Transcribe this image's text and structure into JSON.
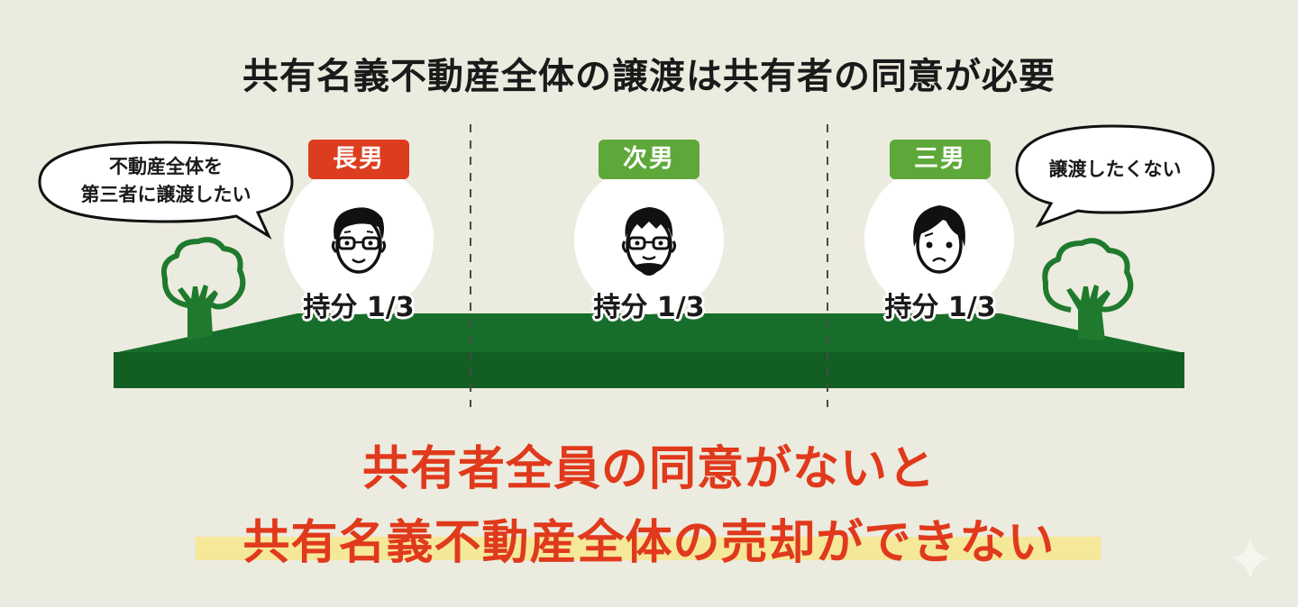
{
  "title": "共有名義不動産全体の譲渡は共有者の同意が必要",
  "owners": [
    {
      "role": "長男",
      "role_color": "#dc3d1f",
      "share_label": "持分 1/3",
      "face": "smiling-man-with-glasses-icon",
      "speech": [
        "不動産全体を",
        "第三者に譲渡したい"
      ]
    },
    {
      "role": "次男",
      "role_color": "#5ea83a",
      "share_label": "持分 1/3",
      "face": "smiling-bearded-man-with-glasses-icon"
    },
    {
      "role": "三男",
      "role_color": "#5ea83a",
      "share_label": "持分 1/3",
      "face": "worried-man-icon",
      "speech": [
        "譲渡したくない"
      ]
    }
  ],
  "conclusion": {
    "line1": "共有者全員の同意がないと",
    "line2": "共有名義不動産全体の売却ができない",
    "color": "#e0391b",
    "highlight_color": "#f7e88c"
  },
  "colors": {
    "background": "#ecebdf",
    "land_top": "#176e2a",
    "land_front": "#135e22",
    "tree": "#1f7a2e"
  },
  "icons": [
    "tree-icon",
    "sparkle-icon"
  ]
}
